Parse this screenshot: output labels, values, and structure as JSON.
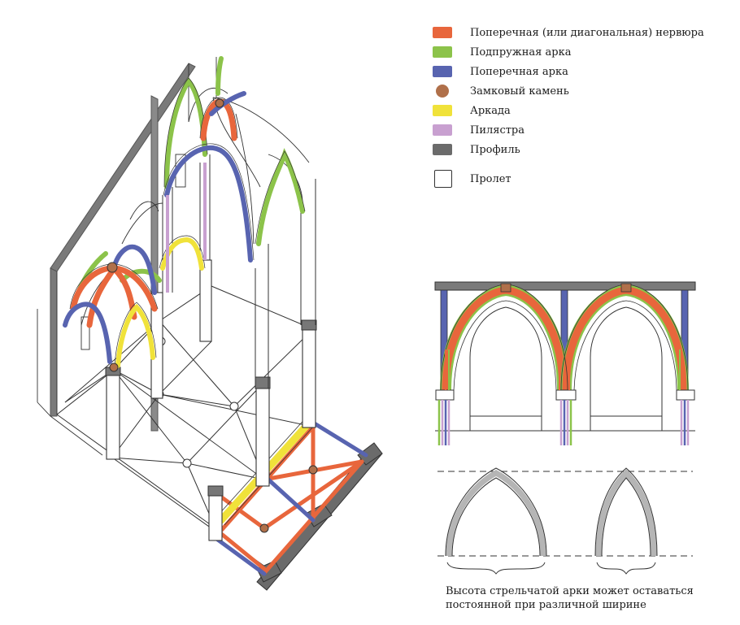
{
  "colors": {
    "rib": "#e8663c",
    "formeret": "#8cc34a",
    "transverse": "#5864b0",
    "keystone": "#b0704a",
    "arcade": "#f0e23a",
    "pilaster": "#c8a0d0",
    "profile": "#6b6b6b"
  },
  "legend": {
    "items": [
      {
        "label": "Поперечная (или диагональная) нервюра",
        "swatch": "rib",
        "color": "#e8663c"
      },
      {
        "label": "Подпружная арка",
        "swatch": "formeret",
        "color": "#8cc34a"
      },
      {
        "label": "Поперечная арка",
        "swatch": "transverse",
        "color": "#5864b0"
      },
      {
        "label": "Замковый камень",
        "swatch": "keystone",
        "color": "#b0704a"
      },
      {
        "label": "Аркада",
        "swatch": "arcade",
        "color": "#f0e23a"
      },
      {
        "label": "Пилястра",
        "swatch": "pilaster",
        "color": "#c8a0d0"
      },
      {
        "label": "Профиль",
        "swatch": "profile",
        "color": "#6b6b6b"
      },
      {
        "label": "Пролет",
        "swatch": "span",
        "color": "#ffffff"
      }
    ]
  },
  "caption": {
    "line1": "Высота стрельчатой арки может оставаться",
    "line2": "постоянной при различной ширине"
  }
}
